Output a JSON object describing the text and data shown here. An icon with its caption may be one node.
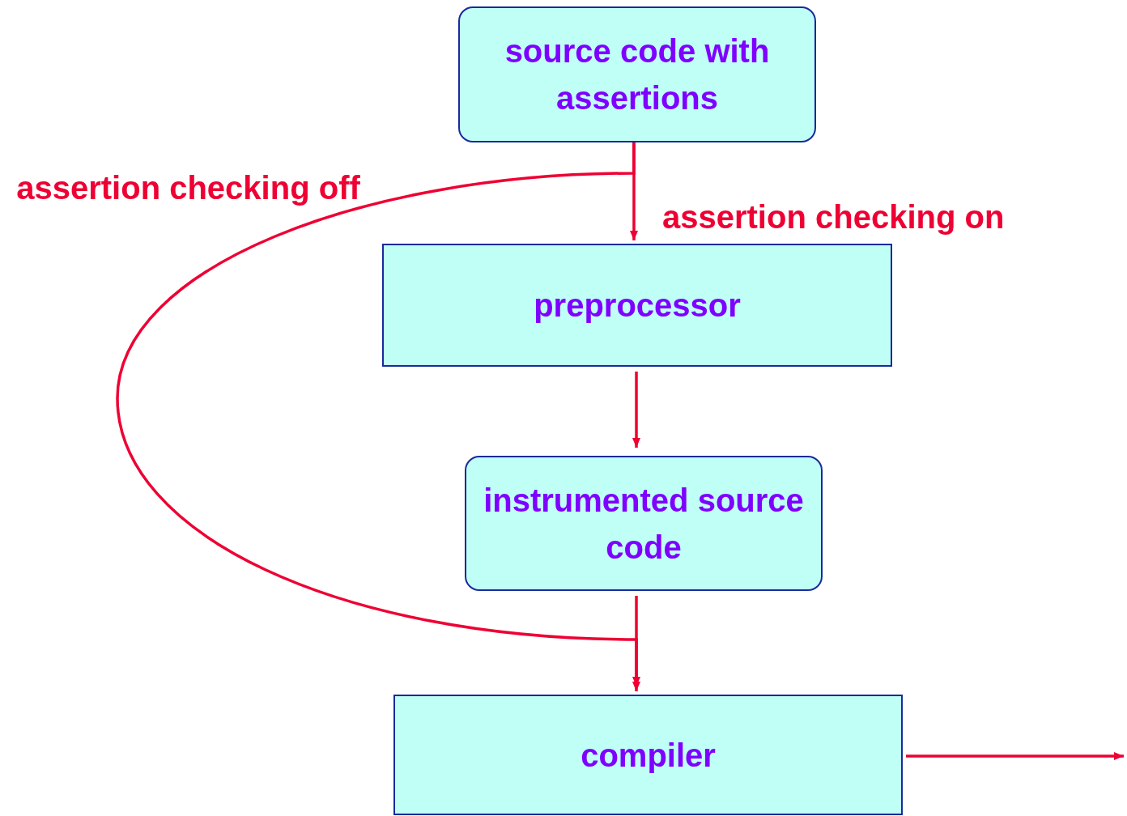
{
  "diagram": {
    "nodes": [
      {
        "text": [
          "source code with assertions"
        ]
      },
      {
        "text": [
          "preprocessor"
        ]
      },
      {
        "text": [
          "instrumented source code"
        ]
      },
      {
        "text": [
          "compiler"
        ]
      }
    ],
    "edges": [
      {
        "from": 0,
        "to": 1,
        "arrow": "to",
        "label": "assertion checking on"
      },
      {
        "from": 1,
        "to": 2,
        "arrow": "to"
      },
      {
        "from": 2,
        "to": 3,
        "arrow": "to"
      },
      {
        "from": 0,
        "to": 3,
        "arrow": "to",
        "label": "assertion checking off"
      },
      {
        "from": 3,
        "to": null,
        "arrow": "to"
      }
    ]
  }
}
